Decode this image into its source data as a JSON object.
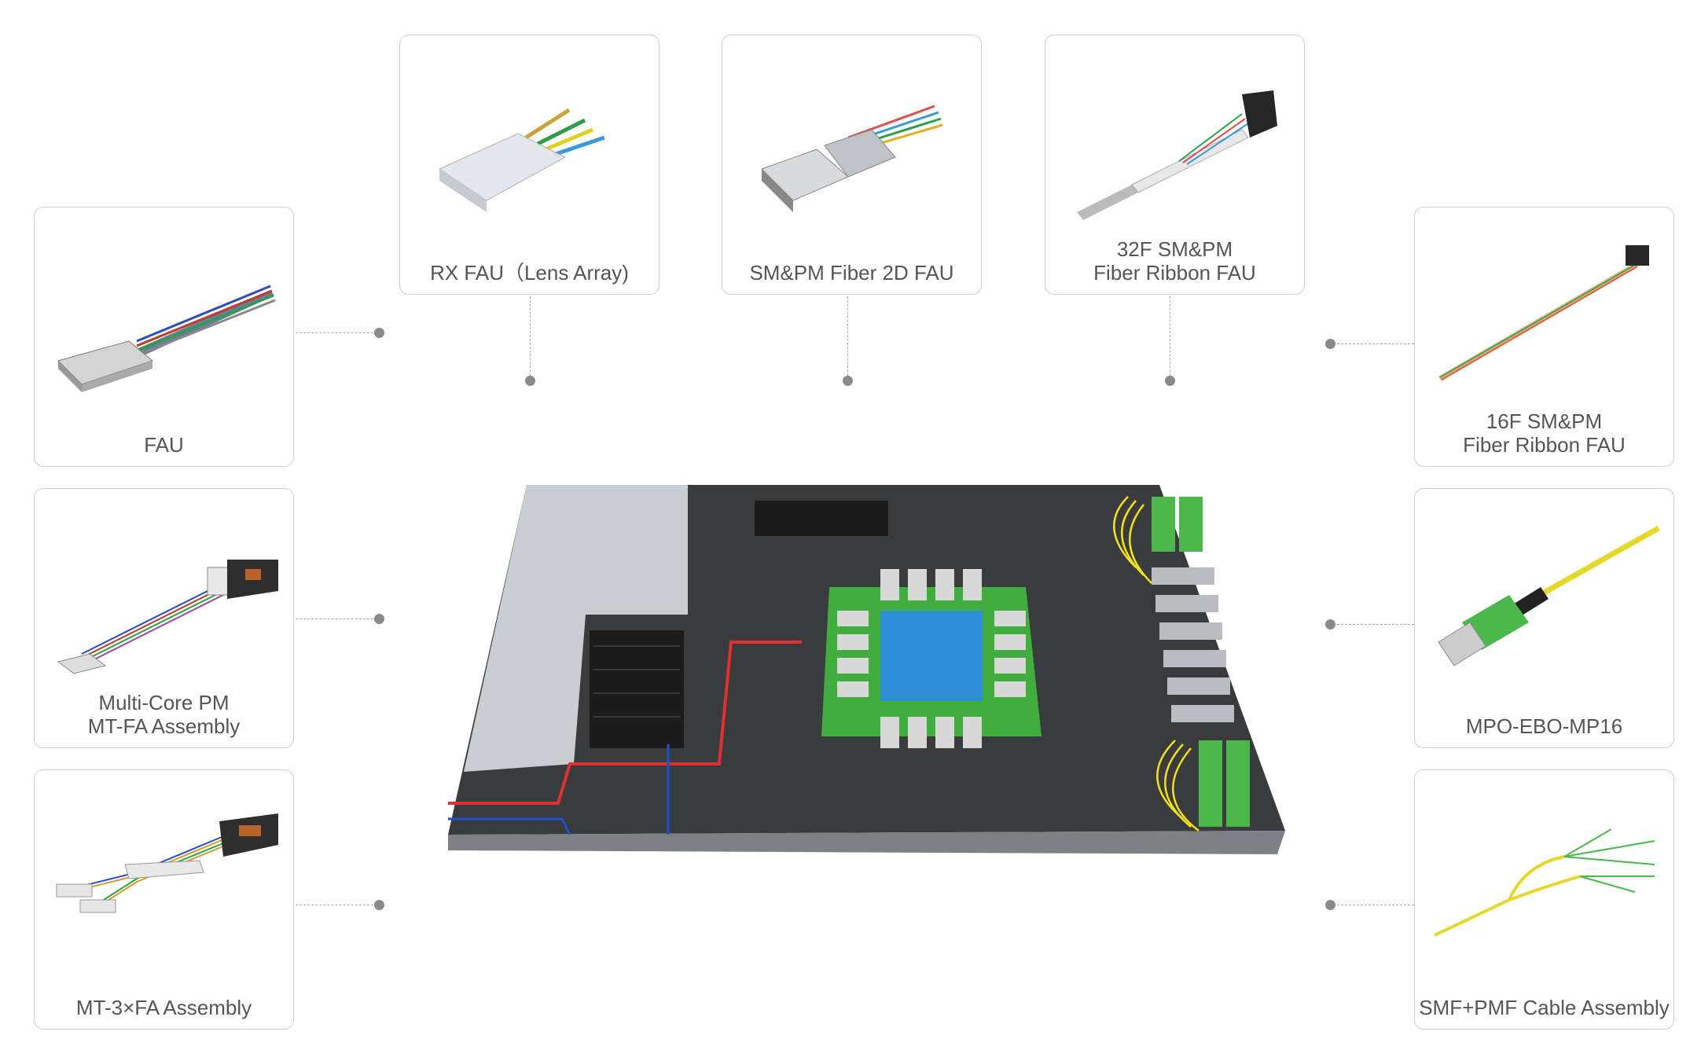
{
  "products": {
    "fau": {
      "label_1": "FAU"
    },
    "multicore": {
      "label_1": "Multi-Core PM",
      "label_2": "MT-FA Assembly"
    },
    "mt3fa": {
      "label_1": "MT-3×FA Assembly"
    },
    "rxfau": {
      "label_1": "RX FAU（Lens Array)"
    },
    "sm2d": {
      "label_1": "SM&PM Fiber 2D FAU"
    },
    "f32": {
      "label_1": "32F SM&PM",
      "label_2": "Fiber Ribbon FAU"
    },
    "f16": {
      "label_1": "16F SM&PM",
      "label_2": "Fiber Ribbon FAU"
    },
    "mpo": {
      "label_1": "MPO-EBO-MP16"
    },
    "smfpmf": {
      "label_1": "SMF+PMF Cable Assembly"
    }
  },
  "colors": {
    "border": "#cfcfcf",
    "connector_dot": "#8a8a8a",
    "board": "#3a3b3c",
    "chip": "#2f8fd6",
    "substrate": "#3fae3f",
    "fiber": "#f2e21b"
  }
}
